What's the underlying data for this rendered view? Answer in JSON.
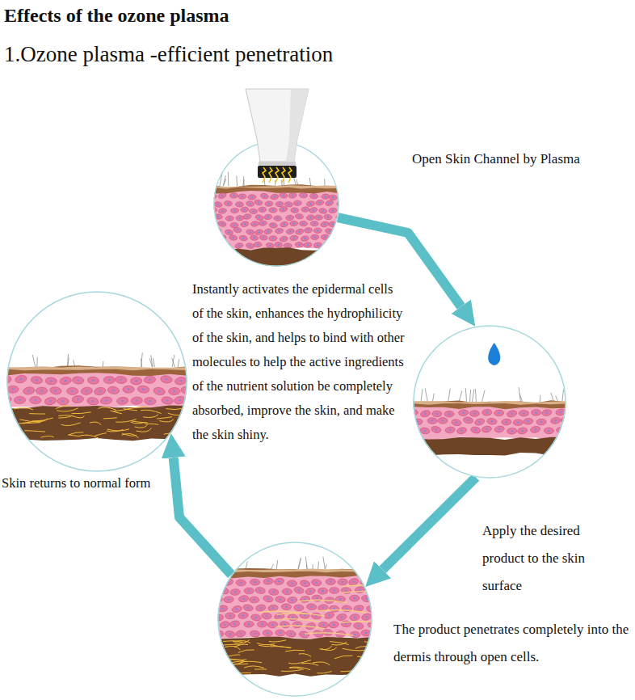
{
  "diagram": {
    "title": "Effects of the ozone plasma",
    "nodes": [
      {
        "text": [
          "Open Skin Channel by Plasma"
        ]
      },
      {
        "text": [
          "Apply the desired product to the skin surface"
        ]
      },
      {
        "text": [
          "The product penetrates completely into the dermis through open cells."
        ]
      },
      {
        "text": [
          "Skin returns to normal form"
        ]
      }
    ],
    "edges": [
      {
        "from": 0,
        "to": 1,
        "arrow": "to"
      },
      {
        "from": 1,
        "to": 2,
        "arrow": "to"
      },
      {
        "from": 2,
        "to": 3,
        "arrow": "to"
      }
    ],
    "labels": [
      "1.Ozone plasma -efficient penetration",
      "Instantly activates the epidermal cells of the skin, enhances the hydrophilicity of the skin, and helps to bind with other molecules to help the active ingredients of the nutrient solution be completely absorbed, improve the skin, and make the skin shiny."
    ]
  }
}
